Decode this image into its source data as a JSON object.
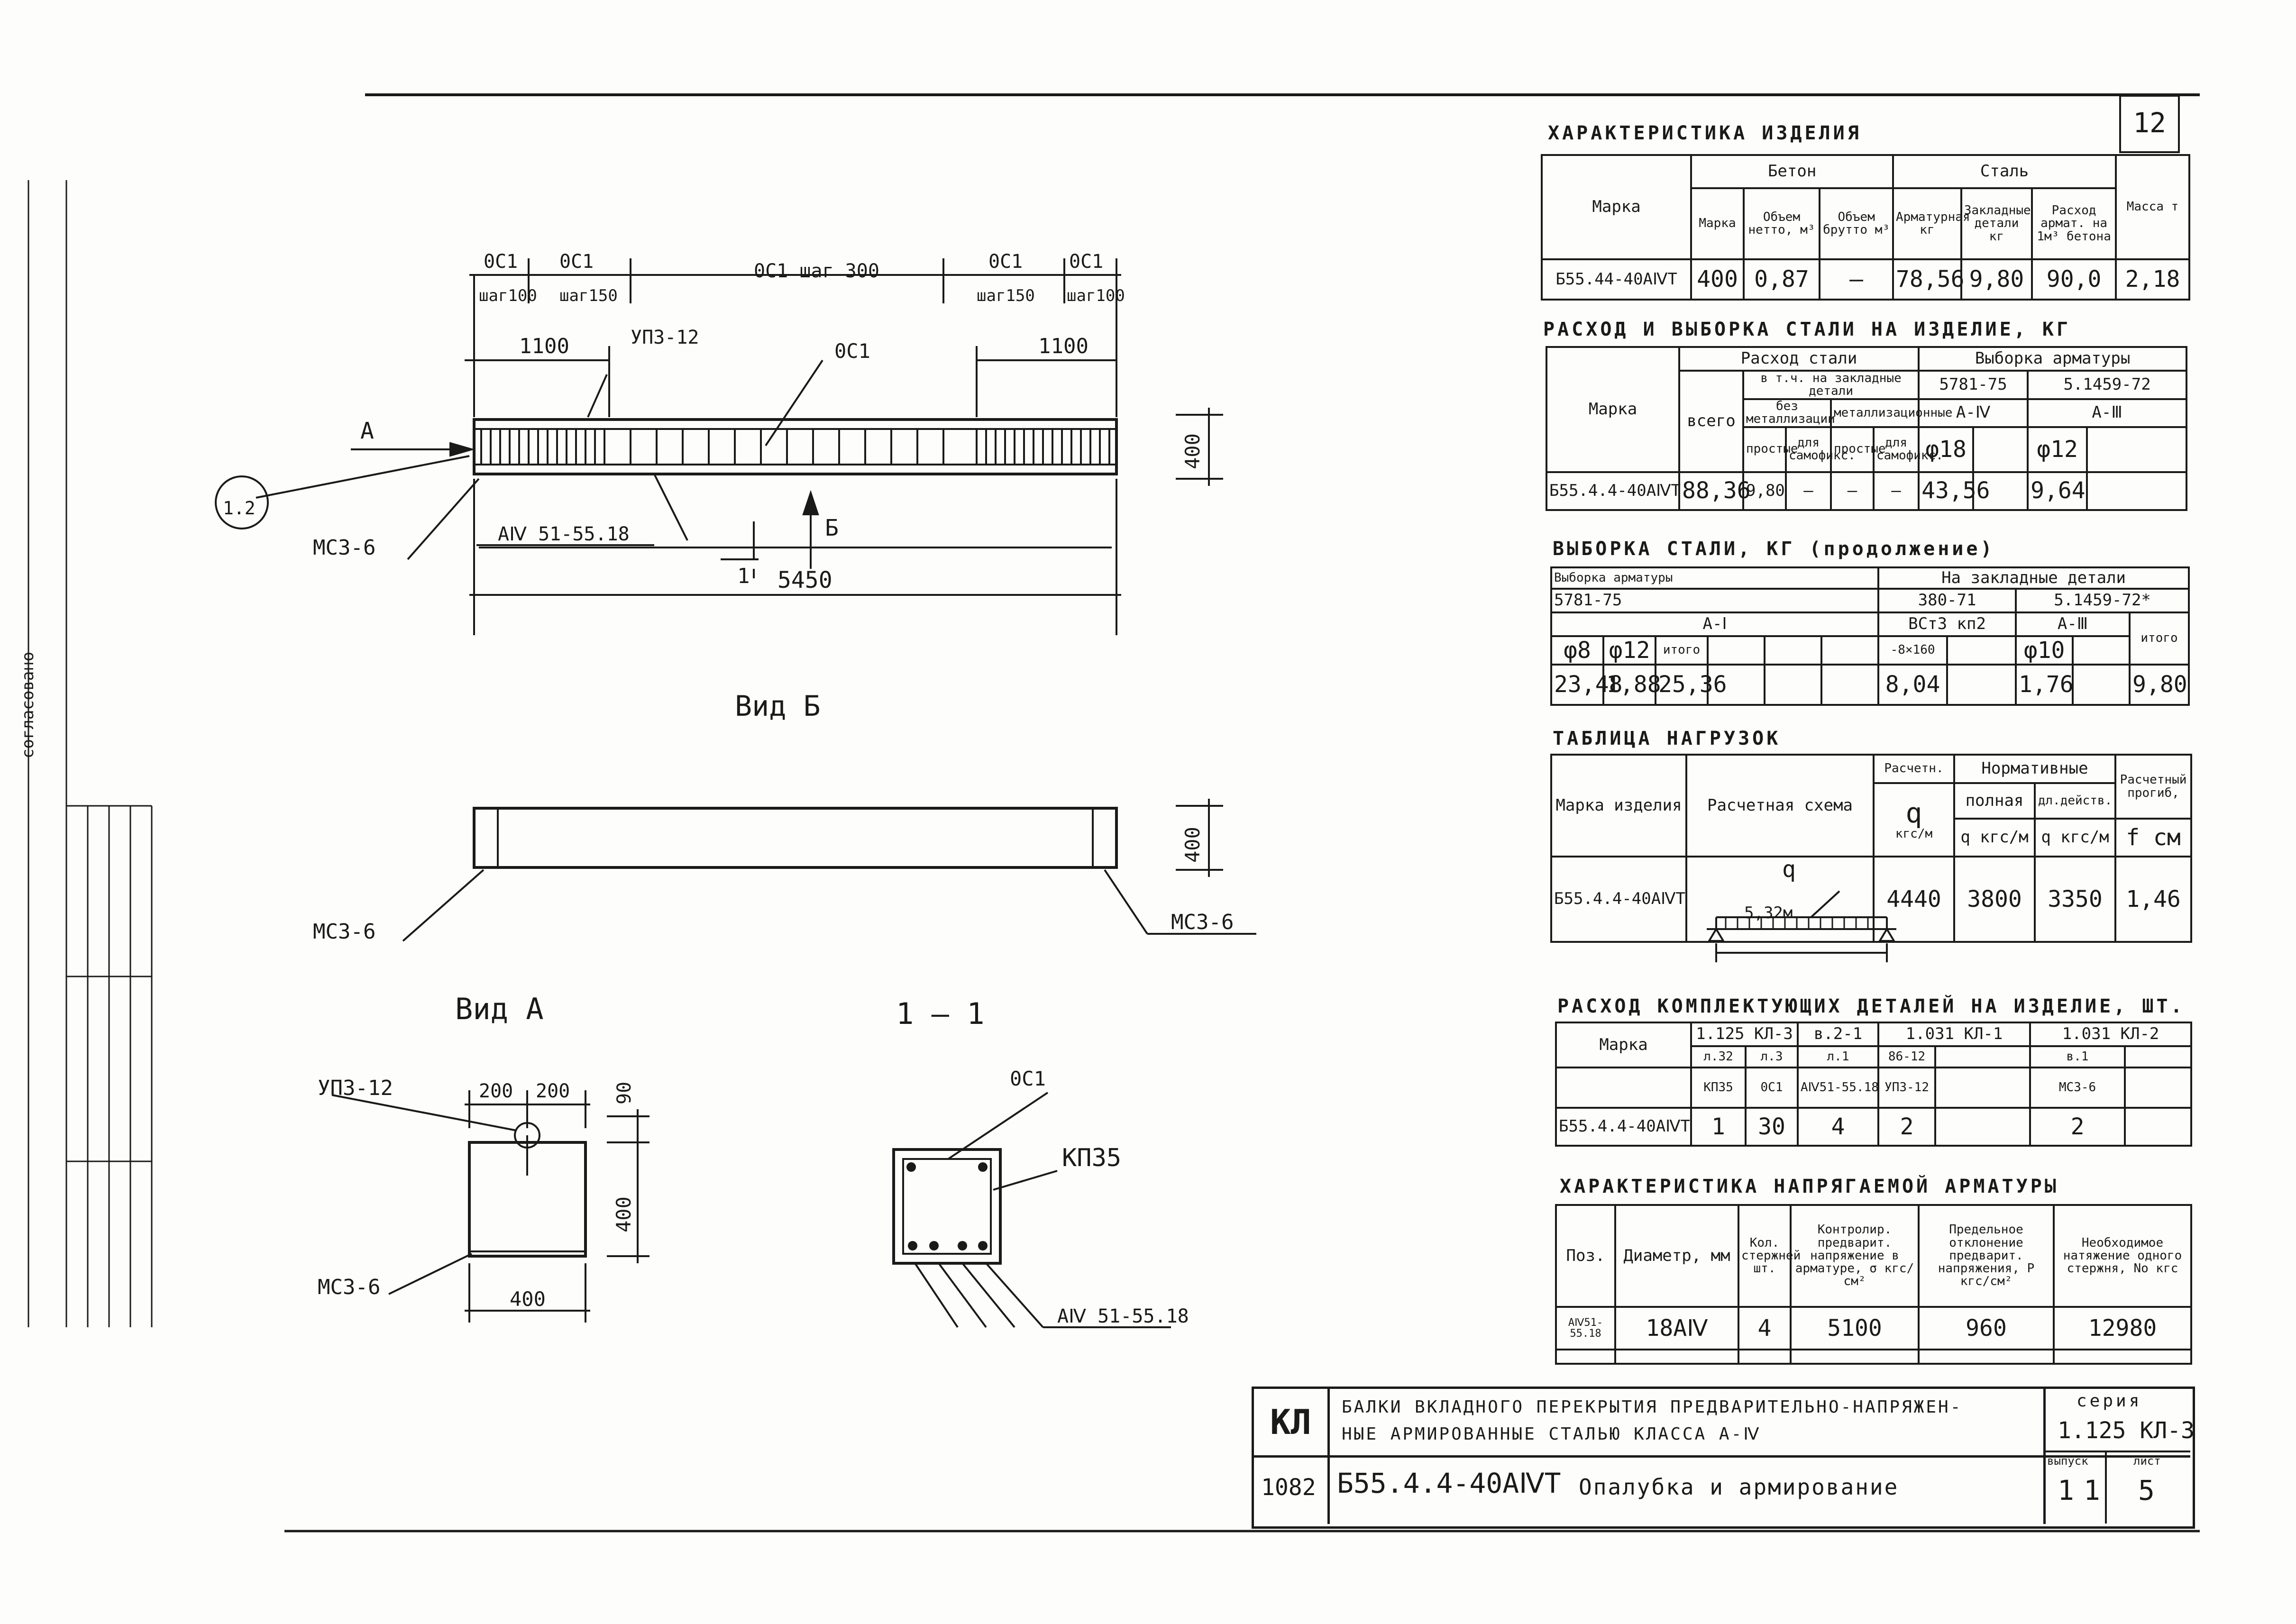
{
  "sheet_number": "12",
  "drawing": {
    "spacing_labels": [
      "0С1",
      "0С1",
      "0С1 шаг 300",
      "0С1",
      "0С1"
    ],
    "pitch_labels": [
      "шаг100",
      "шаг150",
      "шаг150",
      "шаг100"
    ],
    "dim_1100_left": "1100",
    "dim_1100_right": "1100",
    "length_5450": "5450",
    "height_400": "400",
    "upz12": "УП3-12",
    "os1": "0С1",
    "msz6": "МС3-6",
    "rebar_main": "АⅣ 51-55.18",
    "view_a_arrow": "А",
    "view_b_arrow": "Б",
    "section_mark": "1",
    "callout": "1.2",
    "view_b_title": "Вид Б",
    "view_a_title": "Вид А",
    "section_title": "1 — 1",
    "dim_200a": "200",
    "dim_200b": "200",
    "dim_90": "90",
    "dim_400w": "400",
    "kp35": "КП35"
  },
  "characteristics": {
    "title": "ХАРАКТЕРИСТИКА ИЗДЕЛИЯ",
    "h_mark": "Марка",
    "h_concrete": "Бетон",
    "h_steel": "Сталь",
    "h_mass": "Масса т",
    "h_cmark": "Марка",
    "h_vnet": "Объем нетто, м³",
    "h_vgross": "Объем брутто м³",
    "h_rebar": "Арматурная кг",
    "h_embedded": "Закладные детали кг",
    "h_consumption": "Расход армат. на 1м³ бетона",
    "row": [
      "Б55.44-40АⅣТ",
      "400",
      "0,87",
      "—",
      "78,56",
      "9,80",
      "90,0",
      "2,18"
    ]
  },
  "steel_usage": {
    "title": "РАСХОД И ВЫБОРКА СТАЛИ НА ИЗДЕЛИЕ, КГ",
    "h_mark": "Марка",
    "h_usage": "Расход стали",
    "h_selection": "Выборка арматуры",
    "h_total": "всего",
    "h_incl": "в т.ч. на закладные детали",
    "h_std1": "5781-75",
    "h_std2": "5.1459-72",
    "h_nometal": "без металлизации",
    "h_metal": "металлизационные",
    "h_class1": "А-Ⅳ",
    "h_class2": "А-Ⅲ",
    "h_simple1": "простые",
    "h_fix1": "для самофикс.",
    "h_simple2": "простые",
    "h_fix2": "для самофикс.",
    "h_d18": "φ18",
    "h_d12": "φ12",
    "row": [
      "Б55.4.4-40АⅣТ",
      "88,36",
      "9,80",
      "—",
      "—",
      "—",
      "43,56",
      "",
      "9,64",
      ""
    ]
  },
  "steel_selection_cont": {
    "title": "ВЫБОРКА СТАЛИ, КГ (продолжение)",
    "h_rebar_sel": "Выборка арматуры",
    "h_embedded": "На закладные детали",
    "h_std1": "5781-75",
    "h_std2": "380-71",
    "h_std3": "5.1459-72*",
    "h_class1": "А-Ⅰ",
    "h_class2": "ВСт3 кп2",
    "h_class3": "А-Ⅲ",
    "h_total_end": "итого",
    "h_d8": "φ8",
    "h_d12": "φ12",
    "h_total": "итого",
    "h_plate": "-8×160",
    "h_d10": "φ10",
    "row": [
      "23,48",
      "1,88",
      "25,36",
      "8,04",
      "1,76",
      "9,80"
    ]
  },
  "loads": {
    "title": "ТАБЛИЦА НАГРУЗОК",
    "h_mark": "Марка изделия",
    "h_scheme": "Расчетная схема",
    "h_design": "Расчетн.",
    "h_q": "q",
    "h_unit": "кгс/м",
    "h_normative": "Нормативные",
    "h_full": "полная",
    "h_long": "дл.действ.",
    "h_full_unit": "q кгс/м",
    "h_long_unit": "q кгс/м",
    "h_deflection": "Расчетный прогиб,",
    "h_f": "f см",
    "scheme_q": "q",
    "scheme_span": "5,32м",
    "row": [
      "Б55.4.4-40АⅣТ",
      "4440",
      "3800",
      "3350",
      "1,46"
    ]
  },
  "components": {
    "title": "РАСХОД КОМПЛЕКТУЮЩИХ ДЕТАЛЕЙ НА ИЗДЕЛИЕ, ШТ.",
    "h_mark": "Марка",
    "h_series1": "1.125 КЛ-3",
    "h_v21": "в.2-1",
    "h_series2": "1.031 КЛ-1",
    "h_series3": "1.031 КЛ-2",
    "h_l32": "л.32",
    "h_l3": "л.3",
    "h_l1": "л.1",
    "h_l86": "86-12",
    "h_v1": "в.1",
    "h_kp35": "КП35",
    "h_os1": "0С1",
    "h_a4": "АⅣ51-55.18",
    "h_upz": "УП3-12",
    "h_msz": "МС3-6",
    "row": [
      "Б55.4.4-40АⅣТ",
      "1",
      "30",
      "4",
      "2",
      "",
      "2",
      ""
    ]
  },
  "prestress": {
    "title": "ХАРАКТЕРИСТИКА НАПРЯГАЕМОЙ АРМАТУРЫ",
    "h_pos": "Поз.",
    "h_diam": "Диаметр, мм",
    "h_count": "Кол. стержней шт.",
    "h_control": "Контролир. предварит. напряжение в арматуре, σ кгс/см²",
    "h_limit": "Предельное отклонение предварит. напряжения, P кгс/см²",
    "h_tension": "Необходимое натяжение одного стержня, Nо кгс",
    "row": [
      "АⅣ51-55.18",
      "18АⅣ",
      "4",
      "5100",
      "960",
      "12980"
    ]
  },
  "stamp": {
    "logo": "КЛ",
    "title_line1": "БАЛКИ ВКЛАДНОГО ПЕРЕКРЫТИЯ ПРЕДВАРИТЕЛЬНО-НАПРЯЖЕН-",
    "title_line2": "НЫЕ АРМИРОВАННЫЕ СТАЛЬЮ КЛАССА А-Ⅳ",
    "series_label": "серия",
    "series_value": "1.125 КЛ-3",
    "number": "1082",
    "mark": "Б55.4.4-40АⅣТ",
    "subtitle": "Опалубка и армирование",
    "issue_label": "выпуск",
    "sheet_label": "лист",
    "issue_value": "1",
    "issue_value2": "1",
    "sheet_value": "5"
  },
  "side_strip": {
    "label": "согласовано"
  }
}
